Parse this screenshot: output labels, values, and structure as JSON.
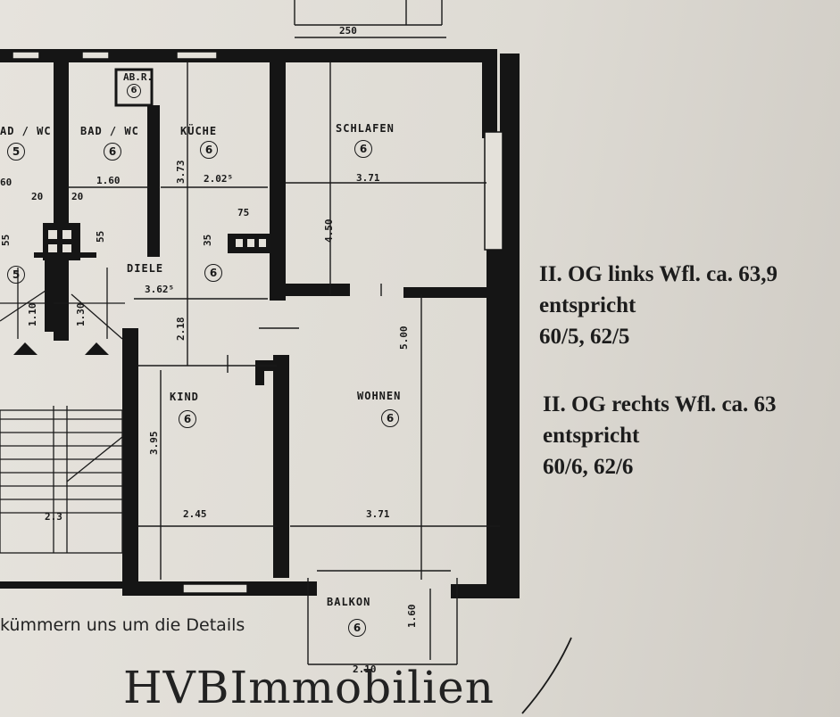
{
  "rooms": {
    "bad_wc_left": {
      "name": "AD / WC",
      "num": "5",
      "dim": "60"
    },
    "bad_wc": {
      "name": "BAD / WC",
      "num": "6",
      "dim": "1.60"
    },
    "abst": {
      "name": "AB.R.",
      "num": "6"
    },
    "kueche": {
      "name": "KÜCHE",
      "num": "6",
      "dim": "2.02⁵",
      "dim_v": "3.73"
    },
    "schlafen": {
      "name": "SCHLAFEN",
      "num": "6",
      "dim": "3.71",
      "dim_v": "4.50"
    },
    "diele": {
      "name": "DIELE",
      "num": "6",
      "dim": "3.62⁵",
      "dim_v": "2.18"
    },
    "kind": {
      "name": "KIND",
      "num": "6",
      "dim": "2.45",
      "dim_v": "3.95"
    },
    "wohnen": {
      "name": "WOHNEN",
      "num": "6",
      "dim": "3.71",
      "dim_v": "5.00"
    },
    "balkon": {
      "name": "BALKON",
      "num": "6",
      "dim": "2.10",
      "dim_v": "1.60"
    },
    "left_small": {
      "num": "5"
    }
  },
  "dims": {
    "top_250": "250",
    "d20a": "20",
    "d20b": "20",
    "d55a": "55",
    "d55b": "55",
    "d75": "75",
    "d35": "35",
    "d110": "1.10",
    "d130": "1.30",
    "stair": "2.3"
  },
  "info": {
    "block1_line1": "II. OG links Wfl. ca. 63,9",
    "block1_line2": "entspricht",
    "block1_line3": "60/5, 62/5",
    "block2_line1": "II. OG rechts Wfl. ca. 63",
    "block2_line2": "entspricht",
    "block2_line3": "60/6, 62/6"
  },
  "tagline": "kümmern uns um die Details",
  "brand": "HVBImmobilien"
}
